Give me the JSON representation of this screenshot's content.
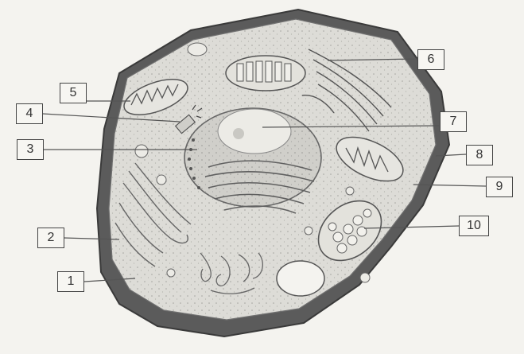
{
  "diagram": {
    "labels": [
      {
        "id": "1",
        "text": "1"
      },
      {
        "id": "2",
        "text": "2"
      },
      {
        "id": "3",
        "text": "3"
      },
      {
        "id": "4",
        "text": "4"
      },
      {
        "id": "5",
        "text": "5"
      },
      {
        "id": "6",
        "text": "6"
      },
      {
        "id": "7",
        "text": "7"
      },
      {
        "id": "8",
        "text": "8"
      },
      {
        "id": "9",
        "text": "9"
      },
      {
        "id": "10",
        "text": "10"
      }
    ],
    "colors": {
      "background": "#f4f3ef",
      "cell_wall": "#5b5b5b",
      "cytoplasm": "#dddcd7",
      "line": "#555555",
      "label_border": "#444444"
    }
  }
}
